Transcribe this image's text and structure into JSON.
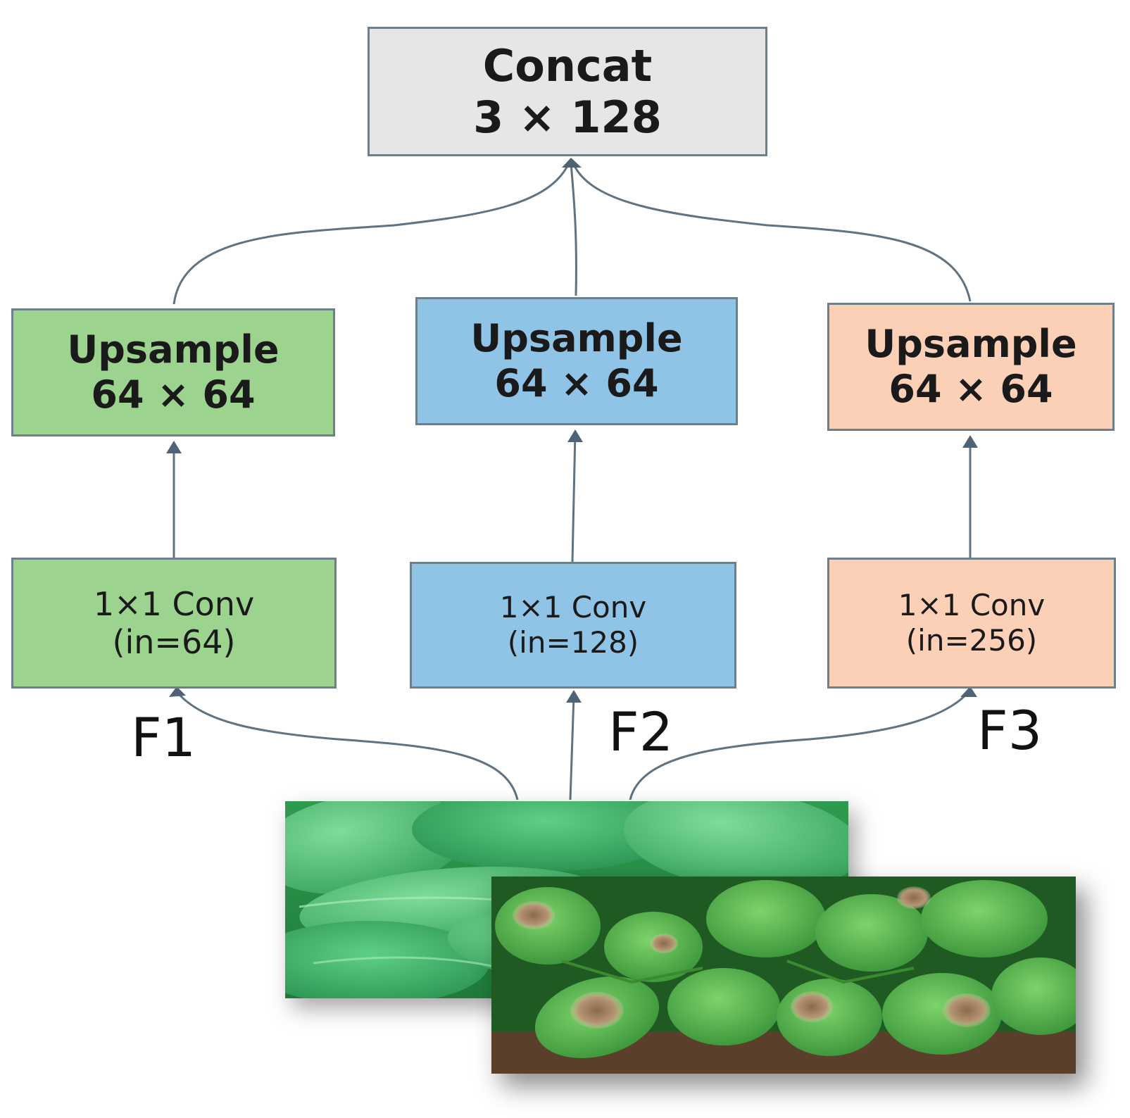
{
  "concat": {
    "line1": "Concat",
    "line2": "3 × 128"
  },
  "branches": [
    {
      "upsample": {
        "line1": "Upsample",
        "line2": "64 × 64"
      },
      "conv": {
        "line1": "1×1 Conv",
        "line2": "(in=64)"
      },
      "feature": "F1",
      "color": "#9cd38f"
    },
    {
      "upsample": {
        "line1": "Upsample",
        "line2": "64 × 64"
      },
      "conv": {
        "line1": "1×1 Conv",
        "line2": "(in=128)"
      },
      "feature": "F2",
      "color": "#8fc4e6"
    },
    {
      "upsample": {
        "line1": "Upsample",
        "line2": "64 × 64"
      },
      "conv": {
        "line1": "1×1 Conv",
        "line2": "(in=256)"
      },
      "feature": "F3",
      "color": "#fbd0b7"
    }
  ],
  "colors": {
    "edge": "#5f7383",
    "node_border": "#6e7f8c",
    "concat_fill": "#e6e6e6"
  },
  "images": [
    {
      "icon": "healthy-leaves-photo"
    },
    {
      "icon": "diseased-leaves-photo"
    }
  ]
}
